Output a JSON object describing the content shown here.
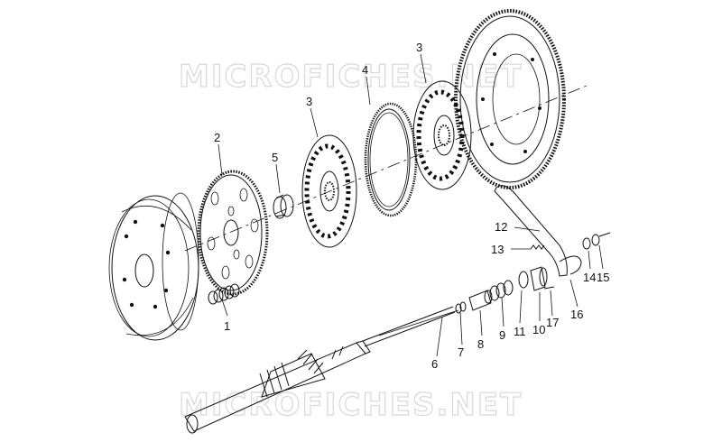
{
  "watermark": {
    "top": "MICROFICHES.NET",
    "bottom": "MICROFICHES.NET"
  },
  "callouts": [
    {
      "id": "1",
      "text": "1"
    },
    {
      "id": "2",
      "text": "2"
    },
    {
      "id": "3a",
      "text": "3"
    },
    {
      "id": "3b",
      "text": "3"
    },
    {
      "id": "4",
      "text": "4"
    },
    {
      "id": "5",
      "text": "5"
    },
    {
      "id": "6",
      "text": "6"
    },
    {
      "id": "7",
      "text": "7"
    },
    {
      "id": "8",
      "text": "8"
    },
    {
      "id": "9",
      "text": "9"
    },
    {
      "id": "10",
      "text": "10"
    },
    {
      "id": "11",
      "text": "11"
    },
    {
      "id": "12",
      "text": "12"
    },
    {
      "id": "13",
      "text": "13"
    },
    {
      "id": "14",
      "text": "14"
    },
    {
      "id": "15",
      "text": "15"
    },
    {
      "id": "16",
      "text": "16"
    },
    {
      "id": "17",
      "text": "17"
    }
  ],
  "colors": {
    "ink": "#111111",
    "watermark": "#d8d8d8",
    "background": "#ffffff"
  }
}
